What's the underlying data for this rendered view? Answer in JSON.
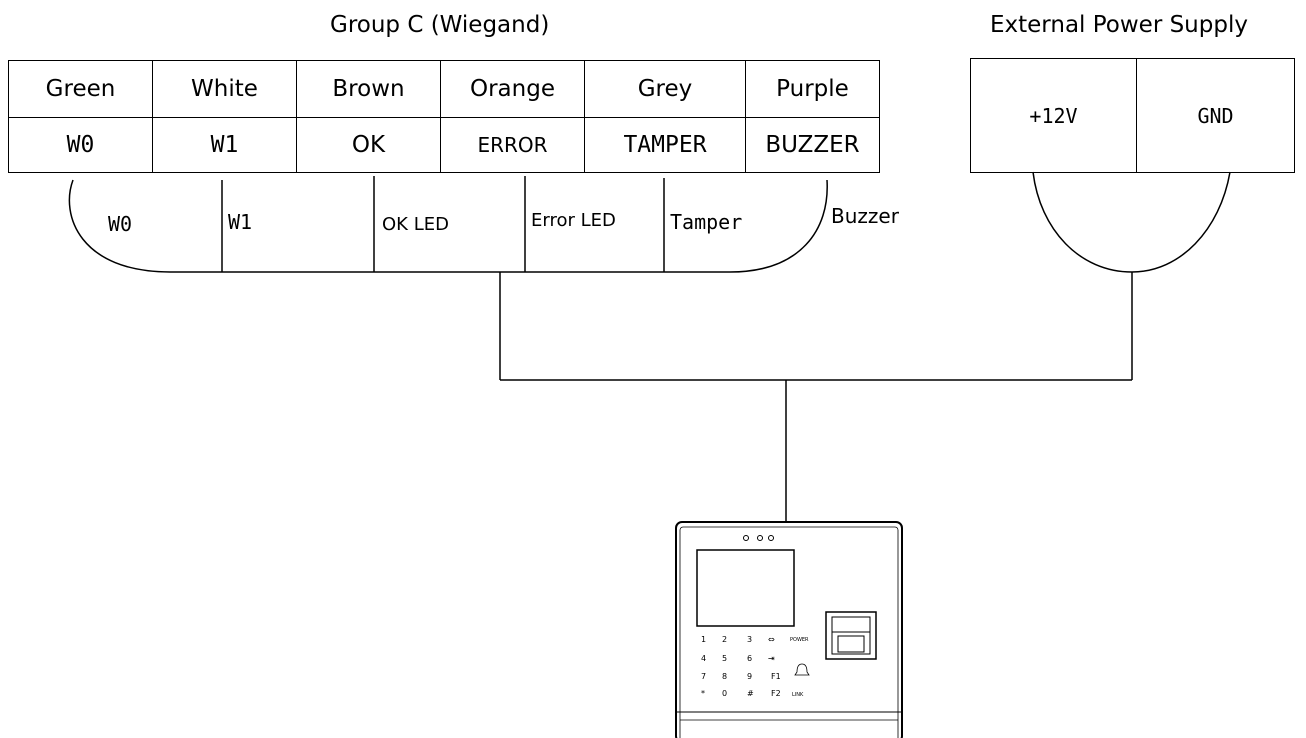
{
  "group_c": {
    "title": "Group C (Wiegand)",
    "colors": [
      "Green",
      "White",
      "Brown",
      "Orange",
      "Grey",
      "Purple"
    ],
    "signals": [
      "W0",
      "W1",
      "OK",
      "ERROR",
      "TAMPER",
      "BUZZER"
    ]
  },
  "power": {
    "title": "External Power Supply",
    "terminals": [
      "+12V",
      "GND"
    ]
  },
  "connector_labels": {
    "w0": "W0",
    "w1": "W1",
    "ok_led": "OK LED",
    "error_led": "Error LED",
    "tamper": "Tamper",
    "buzzer": "Buzzer"
  },
  "device": {
    "keys": [
      [
        "1",
        "2",
        "3"
      ],
      [
        "4",
        "5",
        "6"
      ],
      [
        "7",
        "8",
        "9"
      ],
      [
        "*",
        "0",
        "#"
      ]
    ],
    "function_keys": [
      "F1",
      "F2"
    ],
    "power_label": "POWER",
    "link_label": "LINK"
  }
}
